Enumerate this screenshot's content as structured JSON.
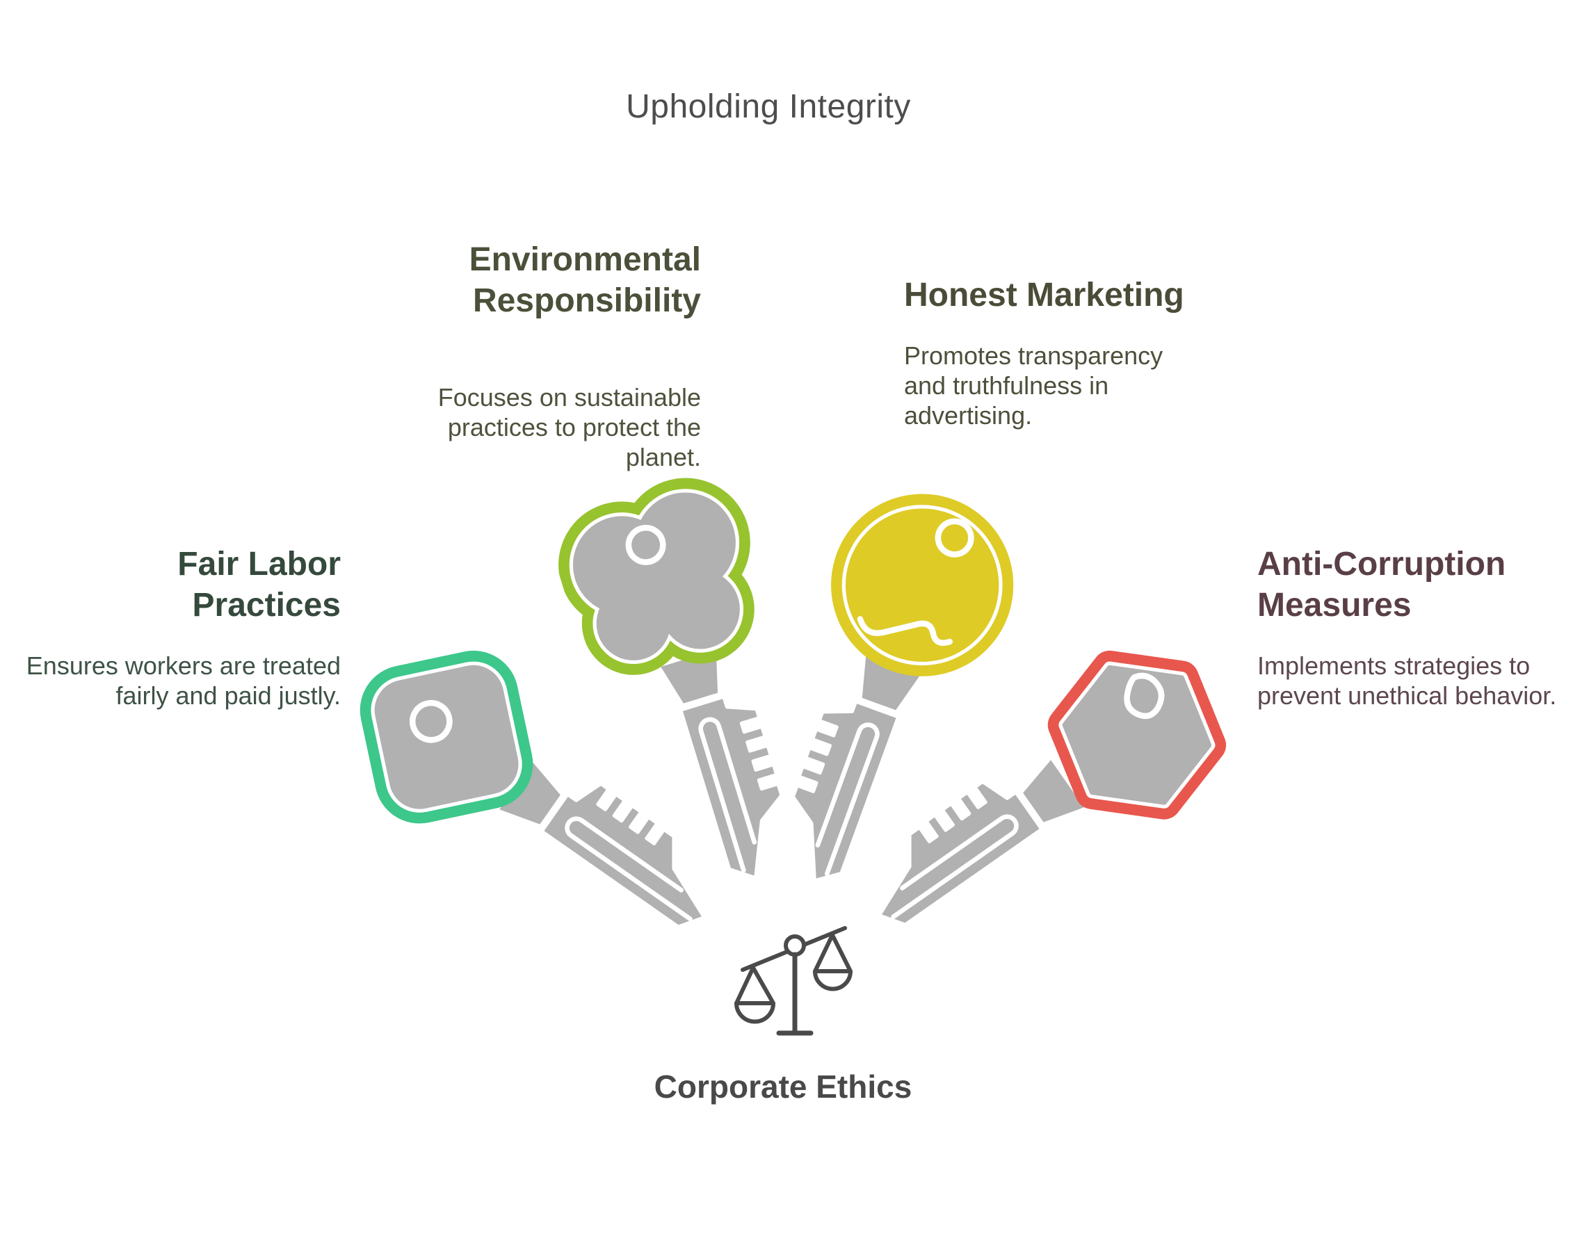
{
  "title": "Upholding Integrity",
  "sections": [
    {
      "id": "fair-labor",
      "heading": "Fair Labor Practices",
      "description": "Ensures workers are treated fairly and paid justly.",
      "key_shape": "rounded-square",
      "key_color": "#3DC78B",
      "heading_color": "#35493C",
      "text_color": "#3E5246",
      "align": "right"
    },
    {
      "id": "environmental-responsibility",
      "heading": "Environmental Responsibility",
      "description": "Focuses on sustainable practices to protect the planet.",
      "key_shape": "cloud",
      "key_color": "#97C32E",
      "heading_color": "#4A5039",
      "text_color": "#4D533C",
      "align": "right"
    },
    {
      "id": "honest-marketing",
      "heading": "Honest Marketing",
      "description": "Promotes transparency and truthfulness in advertising.",
      "key_shape": "circle",
      "key_color": "#DECB26",
      "heading_color": "#4B4C38",
      "text_color": "#4E4F3B",
      "align": "left"
    },
    {
      "id": "anti-corruption",
      "heading": "Anti-Corruption Measures",
      "description": "Implements strategies to prevent unethical behavior.",
      "key_shape": "hexagon",
      "key_color": "#E8574D",
      "heading_color": "#593F45",
      "text_color": "#5C474D",
      "align": "left"
    }
  ],
  "center": {
    "label": "Corporate Ethics",
    "icon": "balance-scale-icon"
  },
  "colors": {
    "key_gray": "#B1B1B1",
    "scale_stroke": "#4A4A4A",
    "title": "#4D4D4D",
    "center_label": "#494949",
    "background": "#FFFFFF"
  }
}
